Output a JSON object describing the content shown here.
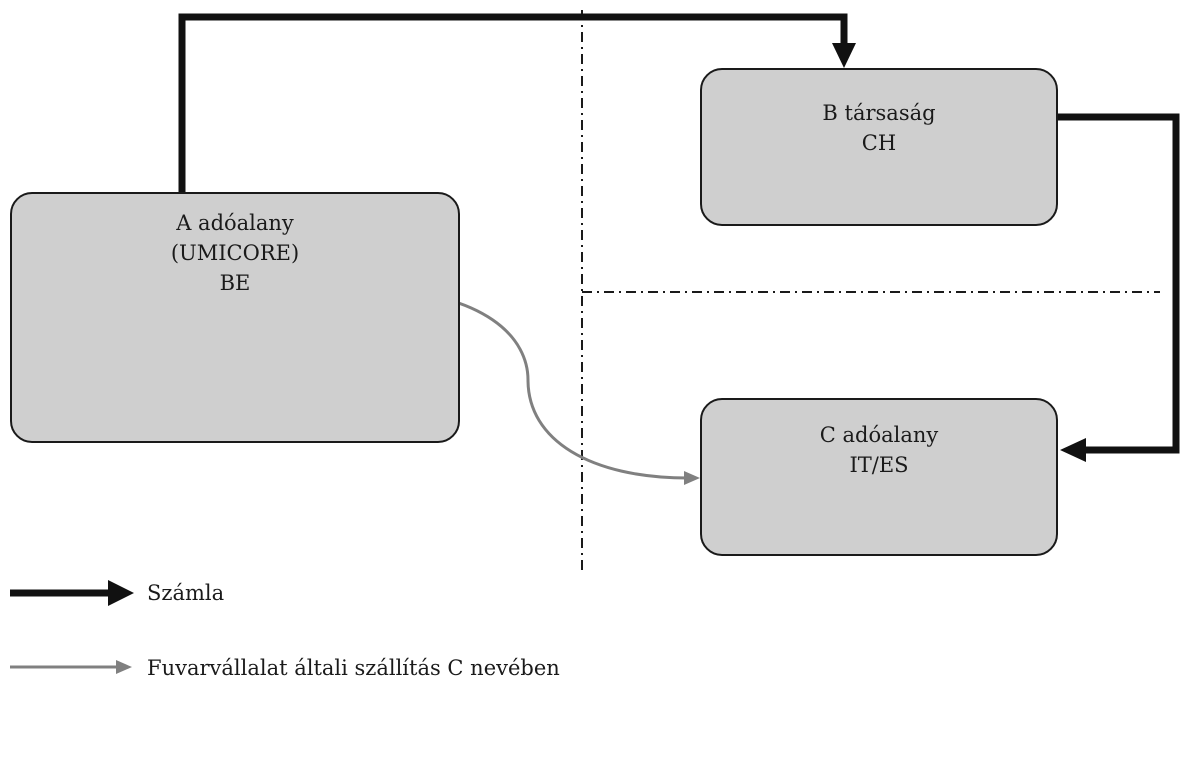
{
  "nodes": {
    "a": {
      "line1": "A adóalany",
      "line2": "(UMICORE)",
      "line3": "BE"
    },
    "b": {
      "line1": "B társaság",
      "line2": "CH"
    },
    "c": {
      "line1": "C adóalany",
      "line2": "IT/ES"
    }
  },
  "legend": {
    "invoice": "Számla",
    "delivery": "Fuvarvállalat általi szállítás C nevében"
  },
  "colors": {
    "box_fill": "#cfcfcf",
    "invoice_arrow": "#111111",
    "delivery_arrow": "#808080",
    "border_line": "#1a1a1a"
  }
}
